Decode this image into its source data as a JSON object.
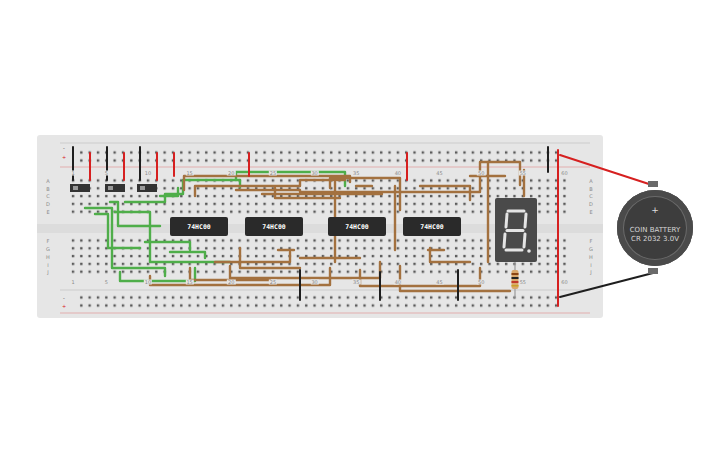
{
  "diagram": {
    "nodes": [
      {
        "text": [
          "74HC00"
        ]
      },
      {
        "text": [
          "74HC00"
        ]
      },
      {
        "text": [
          "74HC00"
        ]
      },
      {
        "text": [
          "74HC00"
        ]
      },
      {
        "text": [
          "COIN BATTERY CR 2032 3.0V"
        ]
      }
    ],
    "labels": [
      "-",
      "+",
      "-",
      "+",
      "+",
      "A",
      "B",
      "C",
      "D",
      "E",
      "F",
      "G",
      "H",
      "I",
      "J",
      "A",
      "B",
      "C",
      "D",
      "E",
      "F",
      "G",
      "H",
      "I",
      "J",
      "1",
      "5",
      "10",
      "15",
      "20",
      "25",
      "30",
      "35",
      "40",
      "45",
      "50",
      "55",
      "60",
      "1",
      "5",
      "10",
      "15",
      "20",
      "25",
      "30",
      "35",
      "40",
      "45",
      "50",
      "55",
      "60"
    ]
  }
}
